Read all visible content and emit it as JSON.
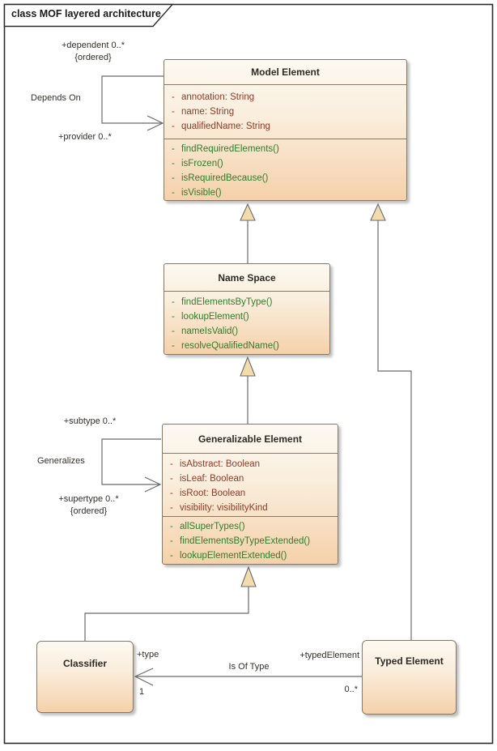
{
  "frame": {
    "title": "class MOF layered architecture"
  },
  "ui": {
    "private_marker": "-"
  },
  "colors": {
    "box_fill_top": "#fdf9f2",
    "box_fill_bottom": "#f5d1aa",
    "box_border": "#857a68",
    "connector_line": "#6b6b6b",
    "triangle_fill": "#f2dcab",
    "attribute_text": "#8e3a28",
    "method_text": "#2d7d2d",
    "header_text": "#2d2a26",
    "label_text": "#33302c",
    "frame_border": "#2b2b2b"
  },
  "classes": [
    {
      "name": "Model Element",
      "attributes": [
        "annotation: String",
        "name: String",
        "qualifiedName: String"
      ],
      "methods": [
        "findRequiredElements()",
        "isFrozen()",
        "isRequiredBecause()",
        "isVisible()"
      ]
    },
    {
      "name": "Name Space",
      "attributes": [],
      "methods": [
        "findElementsByType()",
        "lookupElement()",
        "nameIsValid()",
        "resolveQualifiedName()"
      ]
    },
    {
      "name": "Generalizable Element",
      "attributes": [
        "isAbstract: Boolean",
        "isLeaf: Boolean",
        "isRoot: Boolean",
        "visibility: visibilityKind"
      ],
      "methods": [
        "allSuperTypes()",
        "findElementsByTypeExtended()",
        "lookupElementExtended()"
      ]
    },
    {
      "name": "Classifier",
      "attributes": [],
      "methods": []
    },
    {
      "name": "Typed Element",
      "attributes": [],
      "methods": []
    }
  ],
  "associations": {
    "depends_on": {
      "name": "Depends On",
      "dependent_role": "+dependent 0..*",
      "dependent_constraint": "{ordered}",
      "provider_role": "+provider 0..*"
    },
    "generalizes": {
      "name": "Generalizes",
      "subtype_role": "+subtype 0..*",
      "supertype_role": "+supertype 0..*",
      "supertype_constraint": "{ordered}"
    },
    "is_of_type": {
      "name": "Is Of Type",
      "type_role": "+type",
      "type_multiplicity": "1",
      "typed_element_role": "+typedElement",
      "typed_element_multiplicity": "0..*"
    }
  }
}
